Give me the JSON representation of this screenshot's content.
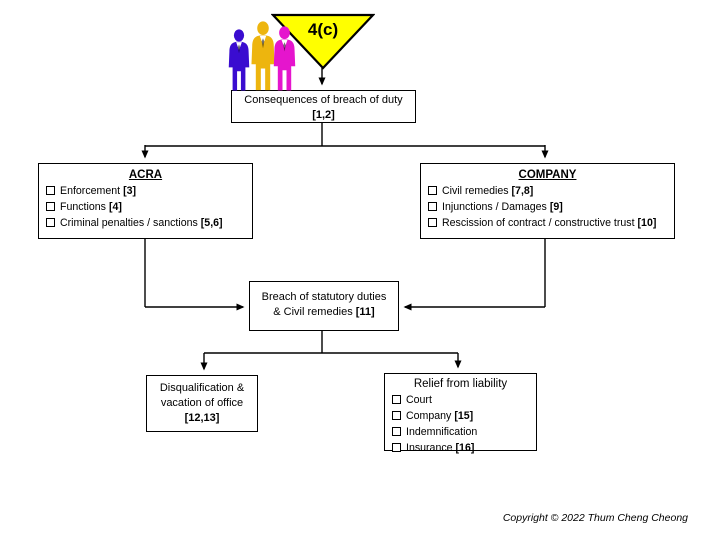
{
  "badge": {
    "label": "4(c)",
    "fill": "#FFFF00"
  },
  "people": {
    "colors": [
      "#3A0CD0",
      "#EDB50E",
      "#E515CD"
    ]
  },
  "boxes": {
    "consequences": {
      "line1": "Consequences of breach of duty",
      "ref": "[1,2]"
    },
    "acra": {
      "title": "ACRA",
      "items": [
        {
          "text": "Enforcement",
          "ref": "[3]"
        },
        {
          "text": "Functions",
          "ref": "[4]"
        },
        {
          "text": "Criminal penalties / sanctions",
          "ref": "[5,6]"
        }
      ]
    },
    "company": {
      "title": "COMPANY",
      "items": [
        {
          "text": "Civil remedies",
          "ref": "[7,8]"
        },
        {
          "text": "Injunctions / Damages",
          "ref": "[9]"
        },
        {
          "text": "Rescission of contract / constructive trust",
          "ref": "[10]"
        }
      ]
    },
    "breach": {
      "line1": "Breach of statutory duties",
      "line2": "& Civil remedies",
      "ref": "[11]"
    },
    "disqualification": {
      "line1": "Disqualification &",
      "line2": "vacation of office",
      "ref": "[12,13]"
    },
    "relief": {
      "title": "Relief from liability",
      "items": [
        {
          "text": "Court",
          "ref": ""
        },
        {
          "text": "Company",
          "ref": "[15]"
        },
        {
          "text": "Indemnification",
          "ref": ""
        },
        {
          "text": "Insurance",
          "ref": "[16]"
        }
      ]
    }
  },
  "footer": {
    "copyright": "Copyright © 2022 Thum Cheng Cheong"
  }
}
